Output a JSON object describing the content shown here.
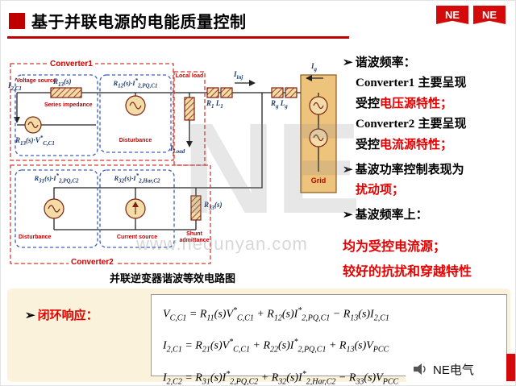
{
  "header": {
    "title": "基于并联电源的电能质量控制",
    "ne_badge": "NE"
  },
  "watermark": {
    "big": "NE",
    "url": "www.nedunyan.com"
  },
  "diagram": {
    "caption": "并联逆变器谐波等效电路图",
    "converter1": "Converter1",
    "converter2": "Converter2",
    "local_load": "Local load",
    "grid": "Grid",
    "voltage_source": "Voltage source",
    "series_impedance": "Series impedance",
    "disturbance1": "Disturbance",
    "disturbance2": "Disturbance",
    "current_source": "Current source",
    "shunt_admittance": "Shunt admittance",
    "i2c1": "I_{2,C1}",
    "r13": "R_{13}(s)",
    "r13v": "R_{13}(s)·V^{*}_{C,C1}",
    "r12i": "R_{12}(s)·I^{*}_{2,PQ,C1}",
    "iload": "I_{Load}",
    "iinj": "I_{inj}",
    "r1l1": "R_{1} L_{1}",
    "rglg": "R_{g} L_{g}",
    "ig": "I_{g}",
    "r31i": "R_{31}(s)·I^{*}_{2,PQ,C2}",
    "r32i": "R_{32}(s)·I^{*}_{2,Har,C2}",
    "r33": "R_{33}(s)"
  },
  "bullets": {
    "arrow": "➢",
    "b1": "谐波频率：",
    "b2a": "Converter1",
    "b2b": " 主要呈现",
    "b3a": "受控",
    "b3b": "电压源特性；",
    "b4a": "Converter2",
    "b4b": " 主要呈现",
    "b5a": "受控",
    "b5b": "电流源特性；",
    "b6": "基波功率控制表现为",
    "b7": "扰动项；",
    "b8": "基波频率上：",
    "b9": "均为受控电流源；",
    "b10": "较好的抗扰和穿越特性"
  },
  "formulas": {
    "arrow": "➢",
    "label": "闭环响应：",
    "eq1": "V_{C,C1} = R_{11}(s)V^{*}_{C,C1} + R_{12}(s)I^{*}_{2,PQ,C1} − R_{13}(s)I_{2,C1}",
    "eq2": "I_{2,C1} = R_{21}(s)V^{*}_{C,C1} + R_{22}(s)I^{*}_{2,PQ,C1} + R_{13}(s)V_{PCC}",
    "eq3": "I_{2,C2} = R_{31}(s)I^{*}_{2,PQ,C2} + R_{32}(s)I^{*}_{2,Har,C2} − R_{33}(s)V_{PCC}"
  },
  "footer": {
    "brand": "NE电气"
  }
}
